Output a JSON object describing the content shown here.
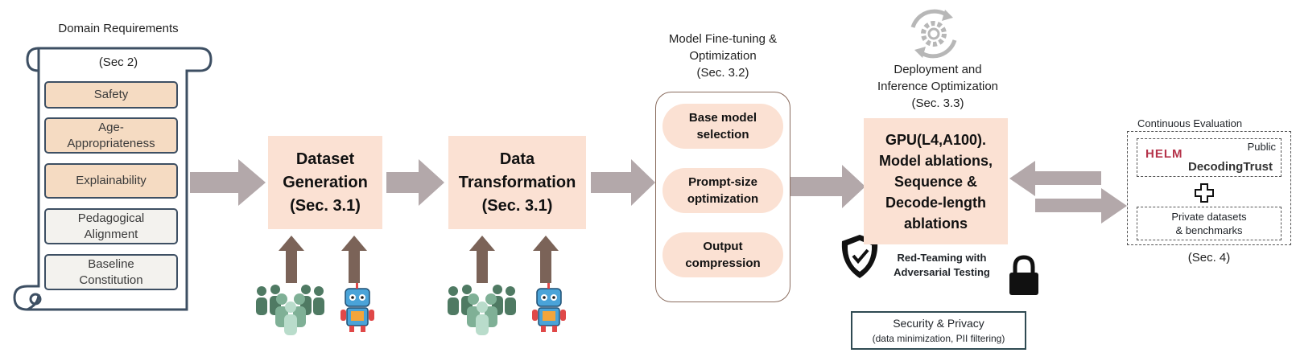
{
  "domain_requirements": {
    "title": "Domain Requirements",
    "section": "(Sec 2)",
    "items": [
      {
        "label": "Safety",
        "style": "warm"
      },
      {
        "label": "Age-\nAppropriateness",
        "style": "warm"
      },
      {
        "label": "Explainability",
        "style": "warm"
      },
      {
        "label": "Pedagogical\nAlignment",
        "style": "cool"
      },
      {
        "label": "Baseline\nConstitution",
        "style": "cool"
      }
    ]
  },
  "dataset_generation": {
    "label": "Dataset\nGeneration\n(Sec. 3.1)"
  },
  "data_transformation": {
    "label": "Data\nTransformation\n(Sec. 3.1)"
  },
  "fine_tuning": {
    "title": "Model Fine-tuning &\nOptimization\n(Sec. 3.2)",
    "steps": [
      "Base model\nselection",
      "Prompt-size\noptimization",
      "Output\ncompression"
    ]
  },
  "deployment": {
    "title": "Deployment and\nInference Optimization\n(Sec. 3.3)",
    "box_label": "GPU(L4,A100).\nModel ablations,\nSequence &\nDecode-length\nablations",
    "red_teaming": "Red-Teaming with\nAdversarial Testing",
    "security_title": "Security & Privacy",
    "security_detail": "(data minimization, PII filtering)"
  },
  "evaluation": {
    "title": "Continuous Evaluation",
    "public_label": "Public",
    "helm_logo": "HELM",
    "decodingtrust": "DecodingTrust",
    "private_label": "Private datasets\n& benchmarks",
    "section": "(Sec. 4)"
  },
  "colors": {
    "process_fill": "#fbe1d3",
    "arrow_gray": "#b3a8aa",
    "arrow_brown": "#7b6358",
    "helm_red": "#b5334a"
  },
  "icons": [
    "scroll-icon",
    "people-group-icon",
    "robot-icon",
    "gear-cycle-icon",
    "shield-check-icon",
    "padlock-icon",
    "plus-icon"
  ]
}
